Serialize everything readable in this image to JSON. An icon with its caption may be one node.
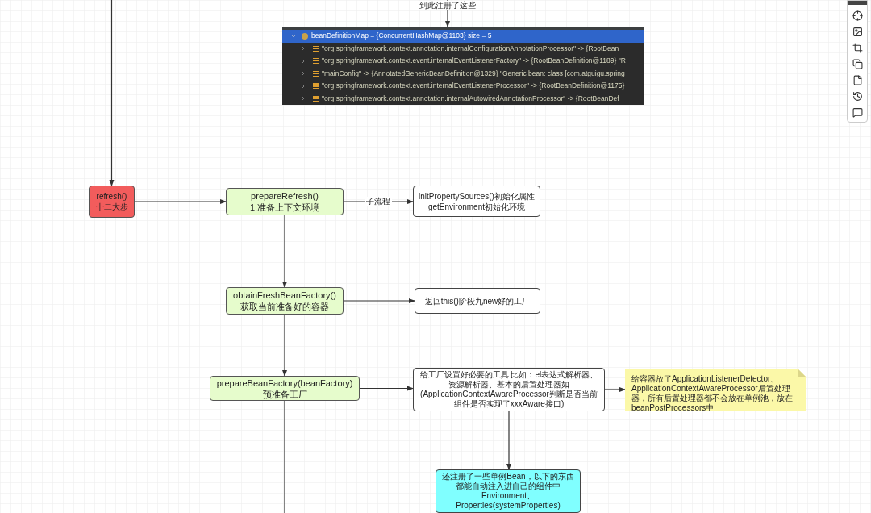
{
  "diagram": {
    "nodes": [
      {
        "text": [
          "beanDefinitionMap = {ConcurrentHashMap@1103}  size = 5",
          "\"org.springframework.context.annotation.internalConfigurationAnnotationProcessor\" -> {RootBean",
          "\"org.springframework.context.event.internalEventListenerFactory\" -> {RootBeanDefinition@1189} \"R",
          "\"mainConfig\" -> {AnnotatedGenericBeanDefinition@1329} \"Generic bean: class [com.atguigu.spring",
          "\"org.springframework.context.event.internalEventListenerProcessor\" -> {RootBeanDefinition@1175}",
          "\"org.springframework.context.annotation.internalAutowiredAnnotationProcessor\" -> {RootBeanDef"
        ]
      },
      {
        "text": [
          "refresh()",
          "十二大步"
        ]
      },
      {
        "text": [
          "prepareRefresh()",
          "1.准备上下文环境"
        ]
      },
      {
        "text": [
          "initPropertySources()初始化属性",
          "getEnvironment初始化环境"
        ]
      },
      {
        "text": [
          "obtainFreshBeanFactory()",
          "获取当前准备好的容器"
        ]
      },
      {
        "text": [
          "返回this()阶段九new好的工厂"
        ]
      },
      {
        "text": [
          "prepareBeanFactory(beanFactory)",
          "预准备工厂"
        ]
      },
      {
        "text": [
          "给工厂设置好必要的工具 比如：el表达式解析器、资源解析器、基本的后置处理器如(ApplicationContextAwareProcessor判断是否当前组件是否实现了xxxAware接口)"
        ]
      },
      {
        "text": [
          "给容器放了ApplicationListenerDetector、ApplicationContextAwareProcessor后置处理器，所有后置处理器都不会放在单例池，放在beanPostProcessors中"
        ]
      },
      {
        "text": [
          "还注册了一些单例Bean，以下的东西都能自动注入进自己的组件中",
          "Environment、",
          "Properties(systemProperties)"
        ]
      }
    ],
    "edges": [
      {
        "from": null,
        "to": 0,
        "arrow": "to",
        "label": "到此注册了这些"
      },
      {
        "from": null,
        "to": 1,
        "arrow": "to"
      },
      {
        "from": 1,
        "to": 2,
        "arrow": "to"
      },
      {
        "from": 2,
        "to": 3,
        "arrow": "to",
        "label": "子流程"
      },
      {
        "from": 2,
        "to": 4,
        "arrow": "to"
      },
      {
        "from": 4,
        "to": 5,
        "arrow": "to"
      },
      {
        "from": 4,
        "to": 6,
        "arrow": "to"
      },
      {
        "from": 6,
        "to": 7,
        "arrow": "to"
      },
      {
        "from": 7,
        "to": 8,
        "arrow": "to"
      },
      {
        "from": 7,
        "to": 9,
        "arrow": "to"
      },
      {
        "from": 6,
        "to": null,
        "arrow": "none"
      }
    ]
  }
}
